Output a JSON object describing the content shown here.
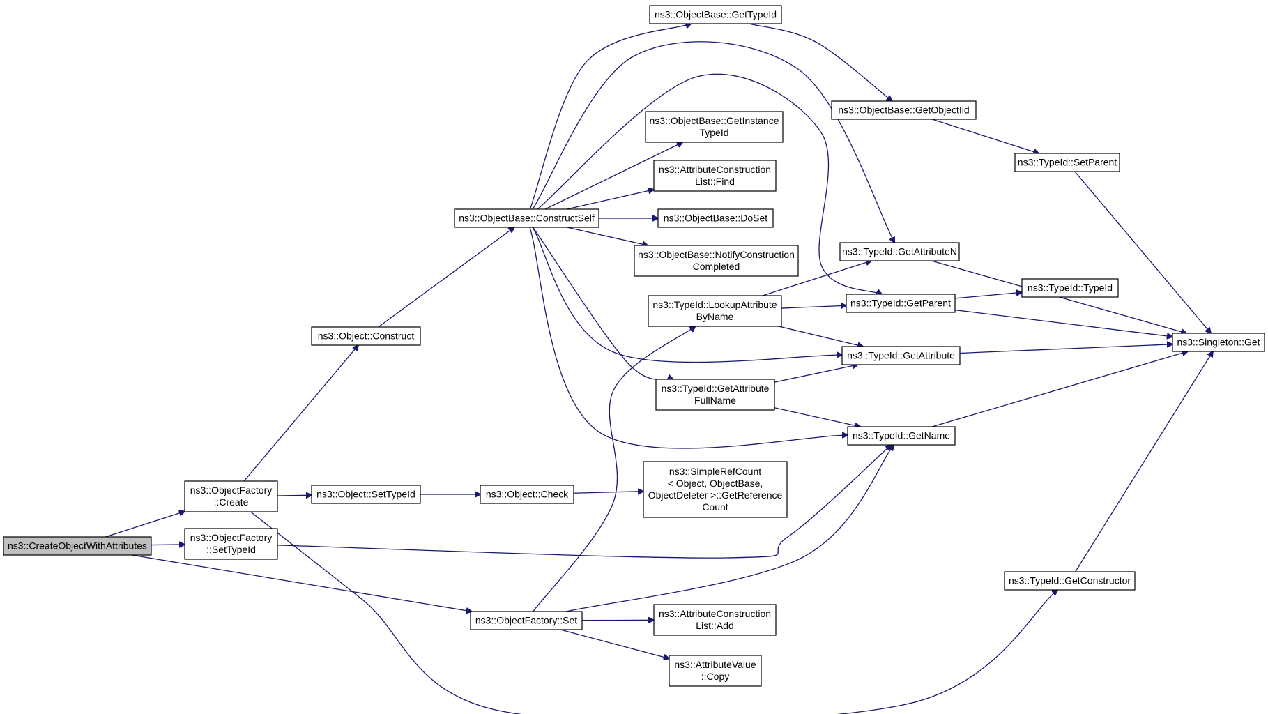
{
  "diagram": {
    "nodes": [
      {
        "id": "createObj",
        "lines": [
          "ns3::CreateObjectWithAttributes"
        ]
      },
      {
        "id": "ofCreate",
        "lines": [
          "ns3::ObjectFactory",
          "::Create"
        ]
      },
      {
        "id": "ofSetTypeId",
        "lines": [
          "ns3::ObjectFactory",
          "::SetTypeId"
        ]
      },
      {
        "id": "ofSet",
        "lines": [
          "ns3::ObjectFactory::Set"
        ]
      },
      {
        "id": "objConstruct",
        "lines": [
          "ns3::Object::Construct"
        ]
      },
      {
        "id": "objSetTypeId",
        "lines": [
          "ns3::Object::SetTypeId"
        ]
      },
      {
        "id": "objCheck",
        "lines": [
          "ns3::Object::Check"
        ]
      },
      {
        "id": "obConstructSelf",
        "lines": [
          "ns3::ObjectBase::ConstructSelf"
        ]
      },
      {
        "id": "obGetTypeId",
        "lines": [
          "ns3::ObjectBase::GetTypeId"
        ]
      },
      {
        "id": "obGetInstanceTypeId",
        "lines": [
          "ns3::ObjectBase::GetInstance",
          "TypeId"
        ]
      },
      {
        "id": "aclFind",
        "lines": [
          "ns3::AttributeConstruction",
          "List::Find"
        ]
      },
      {
        "id": "obDoSet",
        "lines": [
          "ns3::ObjectBase::DoSet"
        ]
      },
      {
        "id": "obNotify",
        "lines": [
          "ns3::ObjectBase::NotifyConstruction",
          "Completed"
        ]
      },
      {
        "id": "tidLookup",
        "lines": [
          "ns3::TypeId::LookupAttribute",
          "ByName"
        ]
      },
      {
        "id": "tidGetAttrFull",
        "lines": [
          "ns3::TypeId::GetAttribute",
          "FullName"
        ]
      },
      {
        "id": "simpleRef",
        "lines": [
          "ns3::SimpleRefCount",
          "< Object, ObjectBase,",
          "ObjectDeleter >::GetReference",
          "Count"
        ]
      },
      {
        "id": "aclAdd",
        "lines": [
          "ns3::AttributeConstruction",
          "List::Add"
        ]
      },
      {
        "id": "avCopy",
        "lines": [
          "ns3::AttributeValue",
          "::Copy"
        ]
      },
      {
        "id": "obGetObjectIid",
        "lines": [
          "ns3::ObjectBase::GetObjectIid"
        ]
      },
      {
        "id": "tidGetAttrN",
        "lines": [
          "ns3::TypeId::GetAttributeN"
        ]
      },
      {
        "id": "tidGetParent",
        "lines": [
          "ns3::TypeId::GetParent"
        ]
      },
      {
        "id": "tidGetAttr",
        "lines": [
          "ns3::TypeId::GetAttribute"
        ]
      },
      {
        "id": "tidGetName",
        "lines": [
          "ns3::TypeId::GetName"
        ]
      },
      {
        "id": "tidSetParent",
        "lines": [
          "ns3::TypeId::SetParent"
        ]
      },
      {
        "id": "tidTypeId",
        "lines": [
          "ns3::TypeId::TypeId"
        ]
      },
      {
        "id": "tidGetConstructor",
        "lines": [
          "ns3::TypeId::GetConstructor"
        ]
      },
      {
        "id": "singletonGet",
        "lines": [
          "ns3::Singleton::Get"
        ]
      }
    ],
    "edges": [
      [
        "createObj",
        "ofCreate"
      ],
      [
        "createObj",
        "ofSetTypeId"
      ],
      [
        "createObj",
        "ofSet"
      ],
      [
        "ofCreate",
        "objConstruct"
      ],
      [
        "ofCreate",
        "objSetTypeId"
      ],
      [
        "ofCreate",
        "tidGetConstructor"
      ],
      [
        "ofSetTypeId",
        "tidGetName"
      ],
      [
        "ofSet",
        "tidLookup"
      ],
      [
        "ofSet",
        "tidGetName"
      ],
      [
        "ofSet",
        "aclAdd"
      ],
      [
        "ofSet",
        "avCopy"
      ],
      [
        "objConstruct",
        "obConstructSelf"
      ],
      [
        "objSetTypeId",
        "objCheck"
      ],
      [
        "objCheck",
        "simpleRef"
      ],
      [
        "obConstructSelf",
        "obGetTypeId"
      ],
      [
        "obConstructSelf",
        "tidGetAttrN"
      ],
      [
        "obConstructSelf",
        "tidGetParent"
      ],
      [
        "obConstructSelf",
        "obGetInstanceTypeId"
      ],
      [
        "obConstructSelf",
        "aclFind"
      ],
      [
        "obConstructSelf",
        "obDoSet"
      ],
      [
        "obConstructSelf",
        "obNotify"
      ],
      [
        "obConstructSelf",
        "tidGetAttr"
      ],
      [
        "obConstructSelf",
        "tidGetAttrFull"
      ],
      [
        "obConstructSelf",
        "tidGetName"
      ],
      [
        "obGetTypeId",
        "obGetObjectIid"
      ],
      [
        "obGetObjectIid",
        "tidSetParent"
      ],
      [
        "tidSetParent",
        "singletonGet"
      ],
      [
        "tidGetAttrN",
        "singletonGet"
      ],
      [
        "tidLookup",
        "tidGetAttrN"
      ],
      [
        "tidLookup",
        "tidGetParent"
      ],
      [
        "tidLookup",
        "tidGetAttr"
      ],
      [
        "tidGetParent",
        "tidTypeId"
      ],
      [
        "tidGetParent",
        "singletonGet"
      ],
      [
        "tidGetAttr",
        "singletonGet"
      ],
      [
        "tidGetAttrFull",
        "tidGetAttr"
      ],
      [
        "tidGetAttrFull",
        "tidGetName"
      ],
      [
        "tidGetName",
        "singletonGet"
      ],
      [
        "tidGetConstructor",
        "singletonGet"
      ]
    ]
  }
}
